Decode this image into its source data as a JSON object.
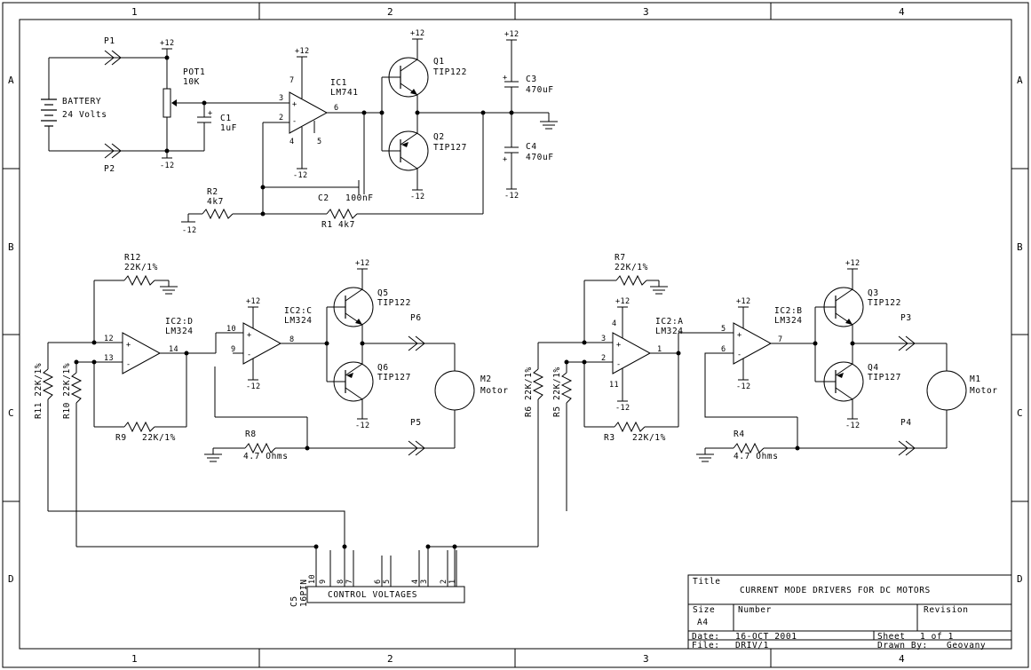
{
  "frame": {
    "columns": [
      "1",
      "2",
      "3",
      "4"
    ],
    "rows": [
      "A",
      "B",
      "C",
      "D"
    ]
  },
  "title_block": {
    "title_label": "Title",
    "title": "CURRENT MODE DRIVERS FOR DC MOTORS",
    "size_label": "Size",
    "size": "A4",
    "number_label": "Number",
    "revision_label": "Revision",
    "date_label": "Date:",
    "date": "16-OCT 2001",
    "file_label": "File:",
    "file": "DRIV/1",
    "sheet_label": "Sheet",
    "sheet": "1 of 1",
    "drawn_label": "Drawn By:",
    "drawn": "Geovany"
  },
  "labels": {
    "p1": "P1",
    "p2": "P2",
    "battery": "BATTERY",
    "battery_v": "24 Volts",
    "pot1": "POT1",
    "pot1_val": "10K",
    "c1": "C1",
    "c1_val": "1uF",
    "ic1": "IC1",
    "ic1_part": "LM741",
    "q1": "Q1",
    "q1_part": "TIP122",
    "q2": "Q2",
    "q2_part": "TIP127",
    "c3": "C3",
    "c3_val": "470uF",
    "c4": "C4",
    "c4_val": "470uF",
    "c2": "C2",
    "c2_val": "100nF",
    "r2": "R2",
    "r2_val": "4k7",
    "r1": "R1 4k7",
    "r12": "R12",
    "r12_val": "22K/1%",
    "ic2d": "IC2:D",
    "ic2d_part": "LM324",
    "ic2c": "IC2:C",
    "ic2c_part": "LM324",
    "q5": "Q5",
    "q5_part": "TIP122",
    "q6": "Q6",
    "q6_part": "TIP127",
    "p6": "P6",
    "p5": "P5",
    "m2": "M2",
    "m2_desc": "Motor",
    "r9": "R9",
    "r9_val": "22K/1%",
    "r8": "R8",
    "r8_val": "4.7 Ohms",
    "r11": "R11 22K/1%",
    "r10": "R10 22K/1%",
    "r7": "R7",
    "r7_val": "22K/1%",
    "ic2a": "IC2:A",
    "ic2a_part": "LM324",
    "ic2b": "IC2:B",
    "ic2b_part": "LM324",
    "q3": "Q3",
    "q3_part": "TIP122",
    "q4": "Q4",
    "q4_part": "TIP127",
    "p3": "P3",
    "p4": "P4",
    "m1": "M1",
    "m1_desc": "Motor",
    "r3": "R3",
    "r3_val": "22K/1%",
    "r4": "R4",
    "r4_val": "4.7 Ohms",
    "r6": "R6 22K/1%",
    "r5": "R5 22K/1%",
    "c5": "C5",
    "c5_val": "16PIN",
    "control": "CONTROL VOLTAGES",
    "pos12": "+12",
    "neg12": "-12",
    "plus": "+",
    "minus": "-"
  },
  "pins": {
    "ic1": [
      "7",
      "3",
      "2",
      "6",
      "4",
      "5"
    ],
    "ic2d": [
      "12",
      "13",
      "14"
    ],
    "ic2c": [
      "10",
      "9",
      "8"
    ],
    "ic2a": [
      "3",
      "2",
      "4",
      "11",
      "1"
    ],
    "ic2b": [
      "5",
      "6",
      "7"
    ],
    "c5": [
      "10",
      "9",
      "8",
      "7",
      "6",
      "5",
      "4",
      "3",
      "2",
      "1"
    ]
  }
}
